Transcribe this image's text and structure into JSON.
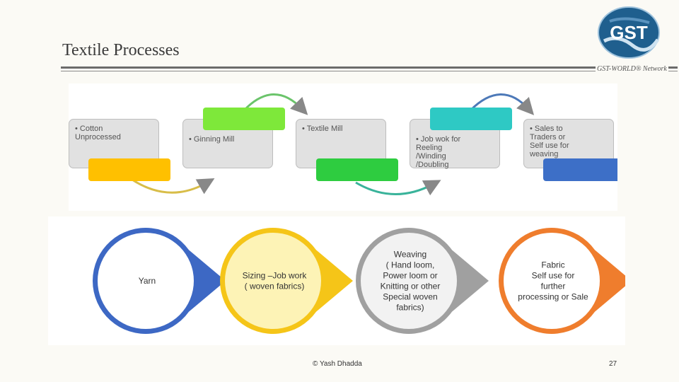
{
  "slide": {
    "title": "Textile Processes",
    "network": "GST-WORLD® Network",
    "footer": "© Yash Dhadda",
    "page_number": "27"
  },
  "logo": {
    "text": "GST"
  },
  "process_top": {
    "steps": [
      {
        "text": "• Cotton\n  Unprocessed",
        "tab_color": "#ffc000"
      },
      {
        "text": "• Ginning Mill",
        "tab_color": "#7ee83a"
      },
      {
        "text": "• Textile Mill",
        "tab_color": "#2ecc40"
      },
      {
        "text": "• Job wok for\n  Reeling\n  /Winding\n  /Doubling",
        "tab_color": "#2ec9c4"
      },
      {
        "text": "• Sales to\n  Traders or\n  Self use for\n  weaving",
        "tab_color": "#3d6fc7"
      }
    ]
  },
  "process_bottom": {
    "stages": [
      {
        "lines": [
          "Yarn"
        ],
        "color": "#3d68c4"
      },
      {
        "lines": [
          "Sizing –Job work",
          "( woven fabrics)"
        ],
        "color": "#f5c518"
      },
      {
        "lines": [
          "Weaving",
          "( Hand loom,",
          "Power loom or",
          "Knitting or other",
          "Special woven",
          "fabrics)"
        ],
        "color": "#a0a0a0"
      },
      {
        "lines": [
          "Fabric",
          "Self use for",
          "further",
          "processing or Sale"
        ],
        "color": "#ef7d2d"
      }
    ]
  }
}
